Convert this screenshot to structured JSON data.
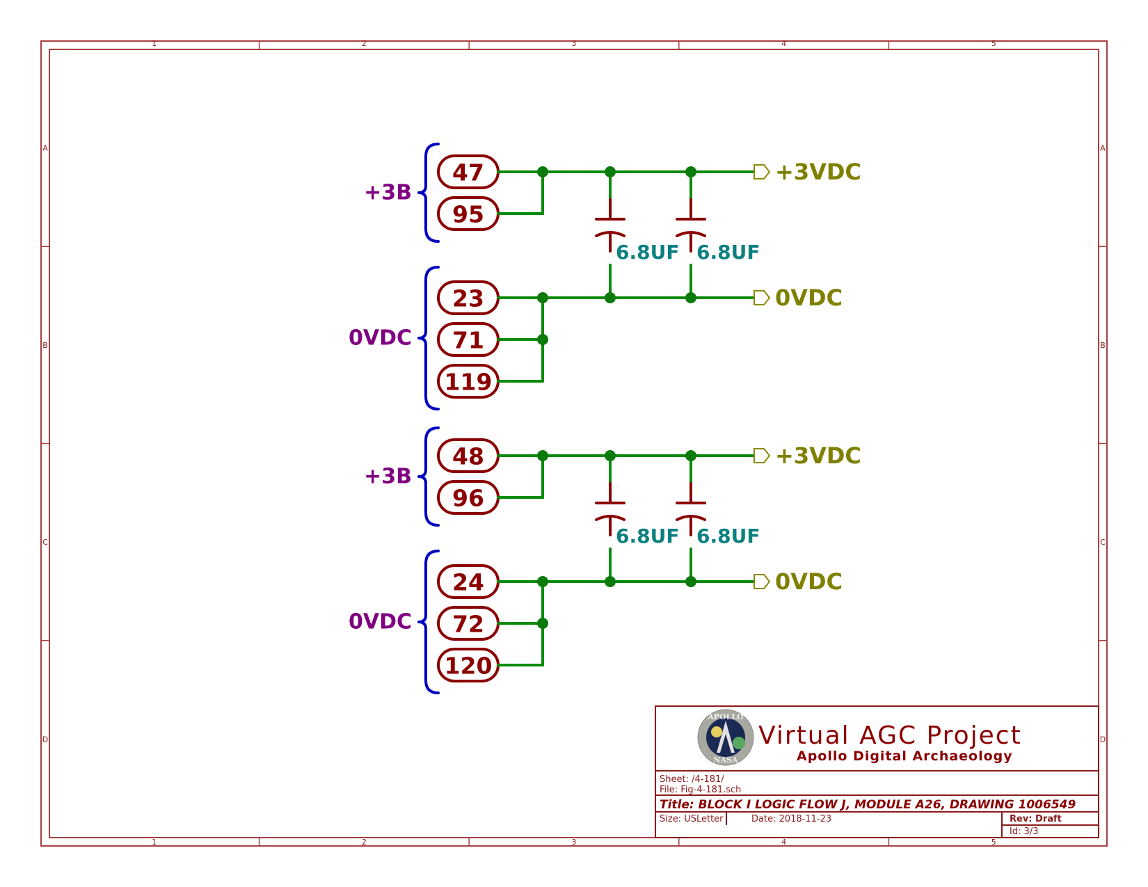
{
  "sheet": {
    "border_color": "#a84040",
    "column_labels": [
      "1",
      "2",
      "3",
      "4",
      "5"
    ],
    "row_labels": [
      "A",
      "B",
      "C",
      "D"
    ]
  },
  "colors": {
    "wire": "#0a8a0a",
    "pin": "#8b0000",
    "bracket": "#0000c0",
    "group_label": "#800080",
    "capacitor_value": "#0a8080",
    "net_label": "#808000"
  },
  "schematic": {
    "blocks": [
      {
        "positive_group": {
          "label": "+3B",
          "pins": [
            "47",
            "95"
          ]
        },
        "ground_group": {
          "label": "0VDC",
          "pins": [
            "23",
            "71",
            "119"
          ]
        },
        "capacitors": [
          {
            "value": "6.8UF"
          },
          {
            "value": "6.8UF"
          }
        ],
        "positive_net": "+3VDC",
        "ground_net": "0VDC"
      },
      {
        "positive_group": {
          "label": "+3B",
          "pins": [
            "48",
            "96"
          ]
        },
        "ground_group": {
          "label": "0VDC",
          "pins": [
            "24",
            "72",
            "120"
          ]
        },
        "capacitors": [
          {
            "value": "6.8UF"
          },
          {
            "value": "6.8UF"
          }
        ],
        "positive_net": "+3VDC",
        "ground_net": "0VDC"
      }
    ]
  },
  "title_block": {
    "project": "Virtual AGC Project",
    "subtitle": "Apollo Digital Archaeology",
    "logo_top_text": "APOLLO",
    "logo_bottom_text": "NASA",
    "sheet": "Sheet: /4-181/",
    "file": "File: Fig-4-181.sch",
    "title": "Title: BLOCK I LOGIC FLOW J, MODULE A26, DRAWING 1006549",
    "size": "Size: USLetter",
    "date": "Date: 2018-11-23",
    "rev": "Rev: Draft",
    "id": "Id: 3/3"
  }
}
